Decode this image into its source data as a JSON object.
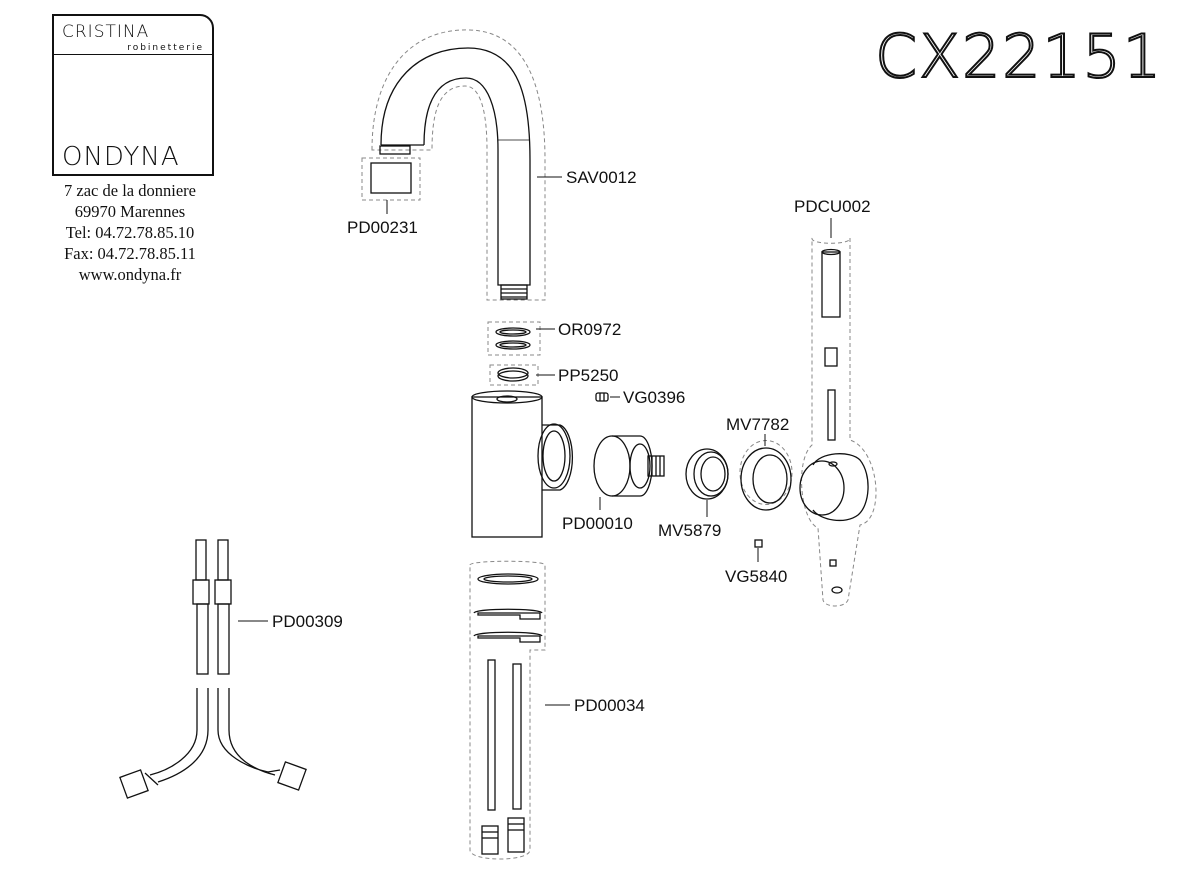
{
  "logo": {
    "brand": "CRISTINA",
    "sub": "robinetterie",
    "name": "ONDYNA"
  },
  "address": {
    "line1": "7 zac de la donniere",
    "line2": "69970 Marennes",
    "phone": "Tel: 04.72.78.85.10",
    "fax": "Fax: 04.72.78.85.11",
    "web": "www.ondyna.fr"
  },
  "model": "CX22151",
  "parts": {
    "sav0012": "SAV0012",
    "pd00231": "PD00231",
    "pdcu002": "PDCU002",
    "or0972": "OR0972",
    "pp5250": "PP5250",
    "vg0396": "VG0396",
    "mv7782": "MV7782",
    "pd00010": "PD00010",
    "mv5879": "MV5879",
    "vg5840": "VG5840",
    "pd00309": "PD00309",
    "pd00034": "PD00034"
  }
}
